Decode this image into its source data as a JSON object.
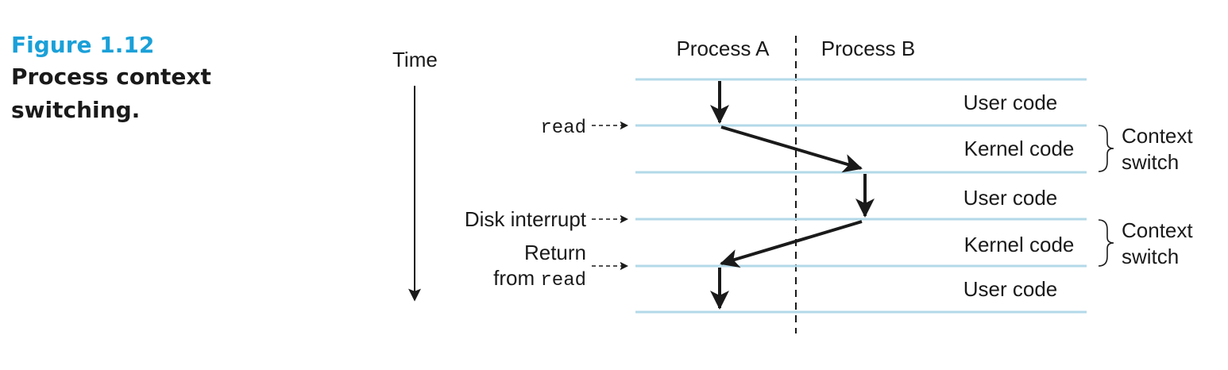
{
  "figure": {
    "number": "Figure 1.12",
    "title": "Process context switching."
  },
  "diagram": {
    "time_label": "Time",
    "columns": [
      "Process A",
      "Process B"
    ],
    "segments": [
      "User code",
      "Kernel code",
      "User code",
      "Kernel code",
      "User code"
    ],
    "braces": [
      "Context switch",
      "Context switch"
    ],
    "events": {
      "read": "read",
      "disk_interrupt": "Disk interrupt",
      "return_line1": "Return",
      "return_from": "from ",
      "return_read": "read"
    },
    "colors": {
      "accent": "#1aa0d8",
      "timeline": "#b3d9e8",
      "ink": "#1a1a1a"
    }
  }
}
